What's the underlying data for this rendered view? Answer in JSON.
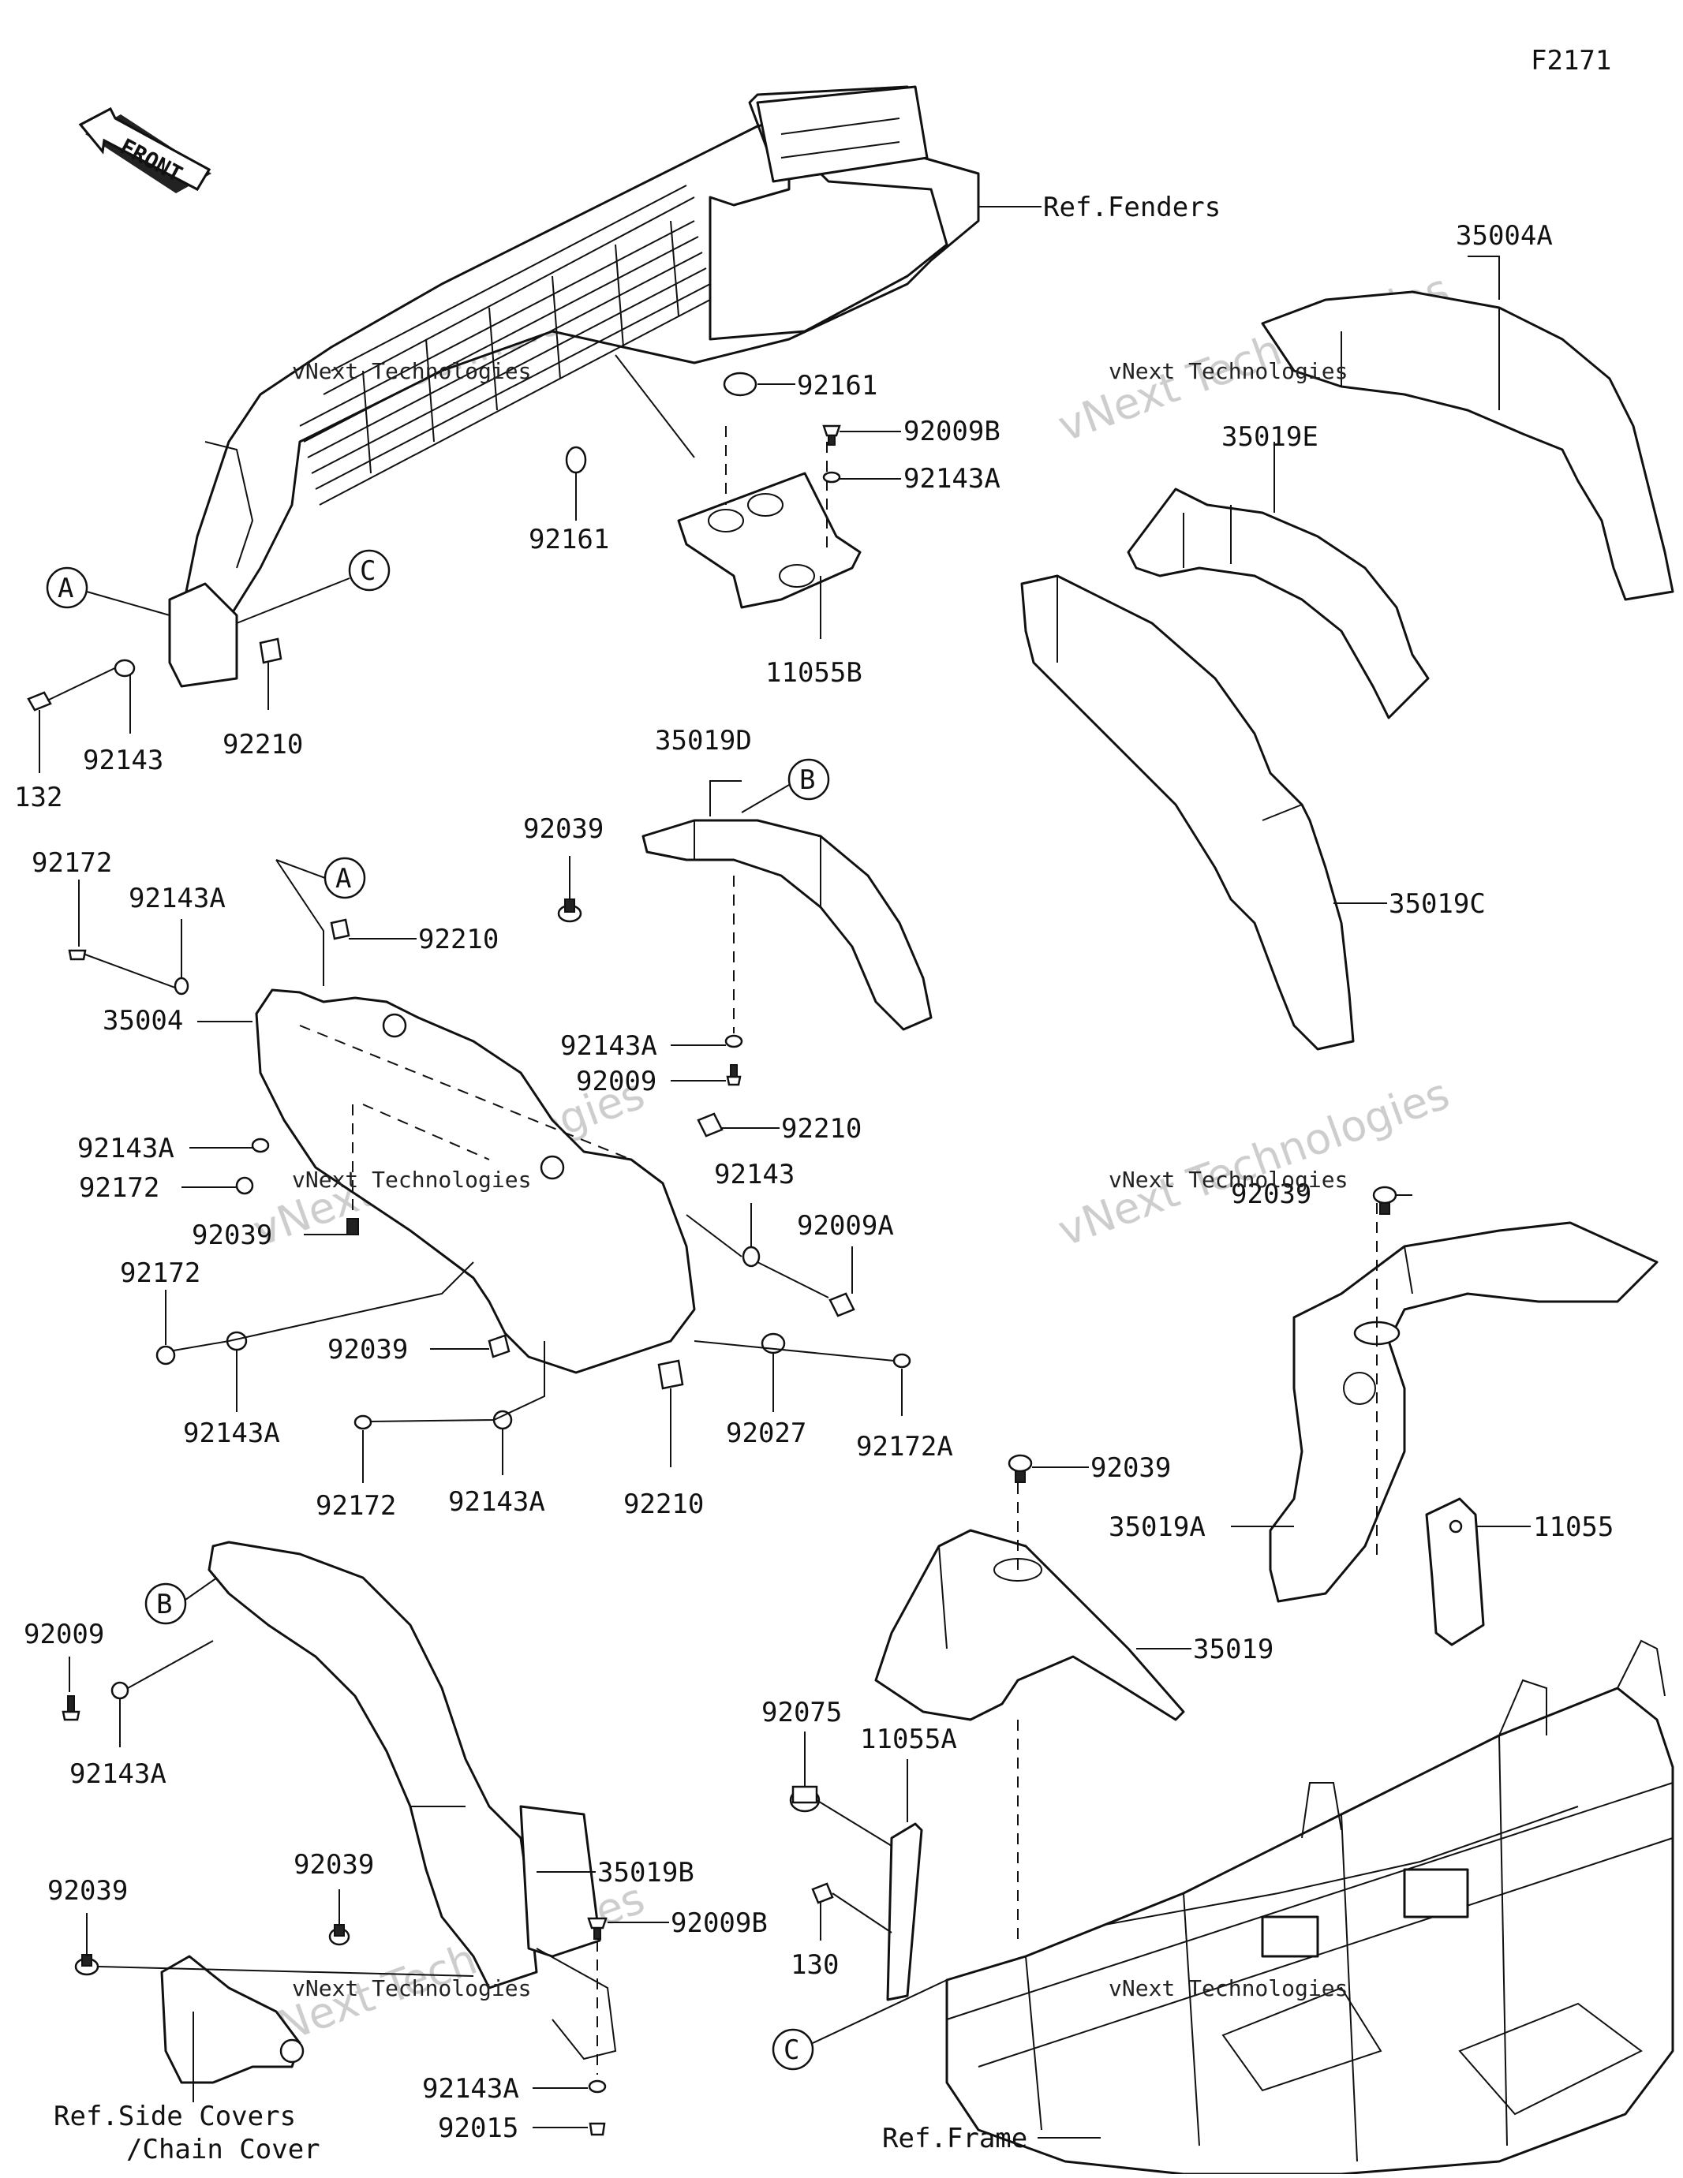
{
  "diagram": {
    "code": "F2171",
    "direction": "FRONT",
    "watermark": {
      "big": "vNext Technologies",
      "small": "vNext Technologies"
    },
    "references": {
      "fenders": "Ref.Fenders",
      "side_covers": "Ref.Side Covers",
      "chain_cover": "/Chain Cover",
      "frame": "Ref.Frame"
    },
    "callouts": {
      "a": "A",
      "b": "B",
      "c": "C"
    },
    "parts": {
      "p35004A": "35004A",
      "p35019E": "35019E",
      "p35019C": "35019C",
      "p35019D": "35019D",
      "p35004": "35004",
      "p35019A": "35019A",
      "p35019": "35019",
      "p35019B": "35019B",
      "p11055": "11055",
      "p11055A": "11055A",
      "p11055B": "11055B",
      "p92161": "92161",
      "p92009B": "92009B",
      "p92143A": "92143A",
      "p92143": "92143",
      "p92210": "92210",
      "p132": "132",
      "p92172": "92172",
      "p92039": "92039",
      "p92009": "92009",
      "p92009A": "92009A",
      "p92027": "92027",
      "p92172A": "92172A",
      "p92075": "92075",
      "p130": "130",
      "p92015": "92015"
    }
  }
}
